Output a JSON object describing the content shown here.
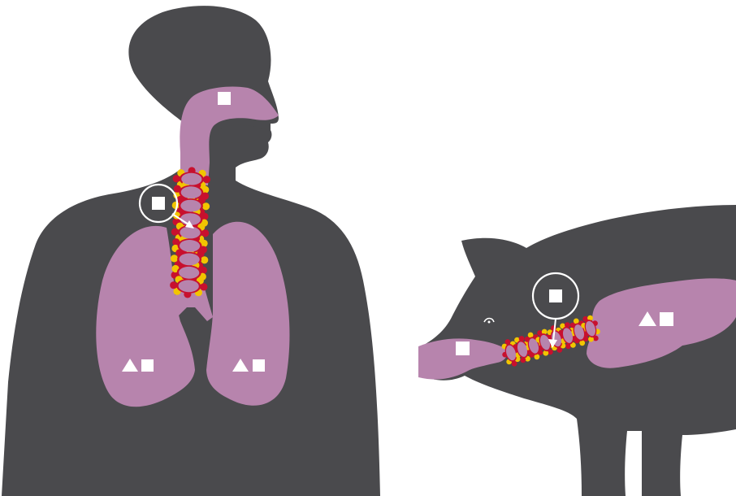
{
  "diagram": {
    "subjects": [
      "human",
      "pig"
    ],
    "legend_symbols": [
      "triangle",
      "square"
    ],
    "colors": {
      "background": "#ffffff",
      "silhouette": "#4a4a4d",
      "respiratory_tract": "#b784ad",
      "inflammation_red": "#c8102e",
      "inflammation_yellow": "#f2c500",
      "marker": "#ffffff"
    },
    "human": {
      "nasal_cavity_markers": [
        "square"
      ],
      "trachea_callout_markers": [
        "square"
      ],
      "left_lung_markers": [
        "triangle",
        "square"
      ],
      "right_lung_markers": [
        "triangle",
        "square"
      ],
      "trachea_inflamed": true
    },
    "pig": {
      "snout_markers": [
        "square"
      ],
      "trachea_callout_markers": [
        "square"
      ],
      "lung_markers": [
        "triangle",
        "square"
      ],
      "trachea_inflamed": true
    }
  }
}
